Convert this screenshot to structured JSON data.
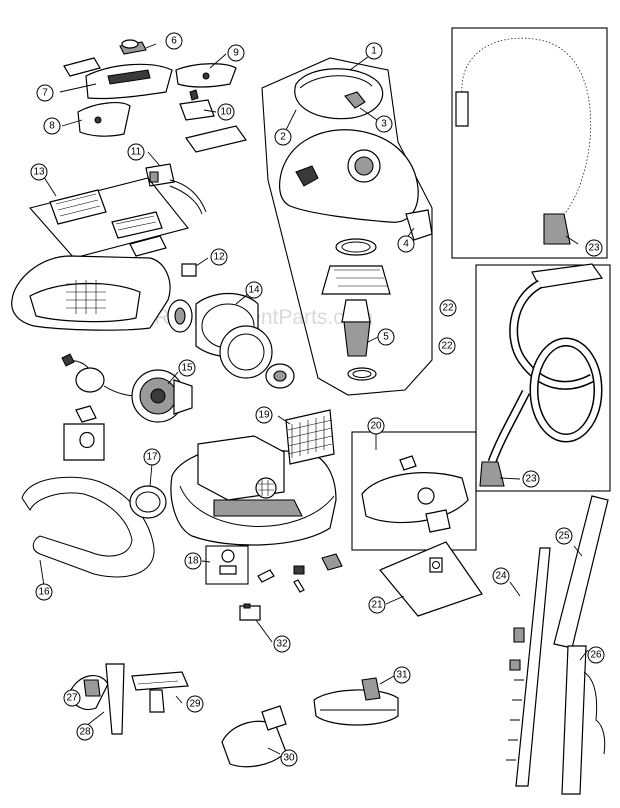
{
  "watermark": "eReplacementParts.com",
  "callouts": [
    {
      "id": "c1",
      "label": "1"
    },
    {
      "id": "c2",
      "label": "2"
    },
    {
      "id": "c3",
      "label": "3"
    },
    {
      "id": "c4",
      "label": "4"
    },
    {
      "id": "c5",
      "label": "5"
    },
    {
      "id": "c6",
      "label": "6"
    },
    {
      "id": "c7",
      "label": "7"
    },
    {
      "id": "c8",
      "label": "8"
    },
    {
      "id": "c9",
      "label": "9"
    },
    {
      "id": "c10",
      "label": "10"
    },
    {
      "id": "c11",
      "label": "11"
    },
    {
      "id": "c12",
      "label": "12"
    },
    {
      "id": "c13",
      "label": "13"
    },
    {
      "id": "c14",
      "label": "14"
    },
    {
      "id": "c15",
      "label": "15"
    },
    {
      "id": "c16",
      "label": "16"
    },
    {
      "id": "c17",
      "label": "17"
    },
    {
      "id": "c18",
      "label": "18"
    },
    {
      "id": "c19",
      "label": "19"
    },
    {
      "id": "c20",
      "label": "20"
    },
    {
      "id": "c21",
      "label": "21"
    },
    {
      "id": "c22a",
      "label": "22"
    },
    {
      "id": "c22b",
      "label": "22"
    },
    {
      "id": "c23a",
      "label": "23"
    },
    {
      "id": "c23b",
      "label": "23"
    },
    {
      "id": "c24",
      "label": "24"
    },
    {
      "id": "c25",
      "label": "25"
    },
    {
      "id": "c26",
      "label": "26"
    },
    {
      "id": "c27",
      "label": "27"
    },
    {
      "id": "c28",
      "label": "28"
    },
    {
      "id": "c29",
      "label": "29"
    },
    {
      "id": "c30",
      "label": "30"
    },
    {
      "id": "c31",
      "label": "31"
    },
    {
      "id": "c32",
      "label": "32"
    }
  ]
}
